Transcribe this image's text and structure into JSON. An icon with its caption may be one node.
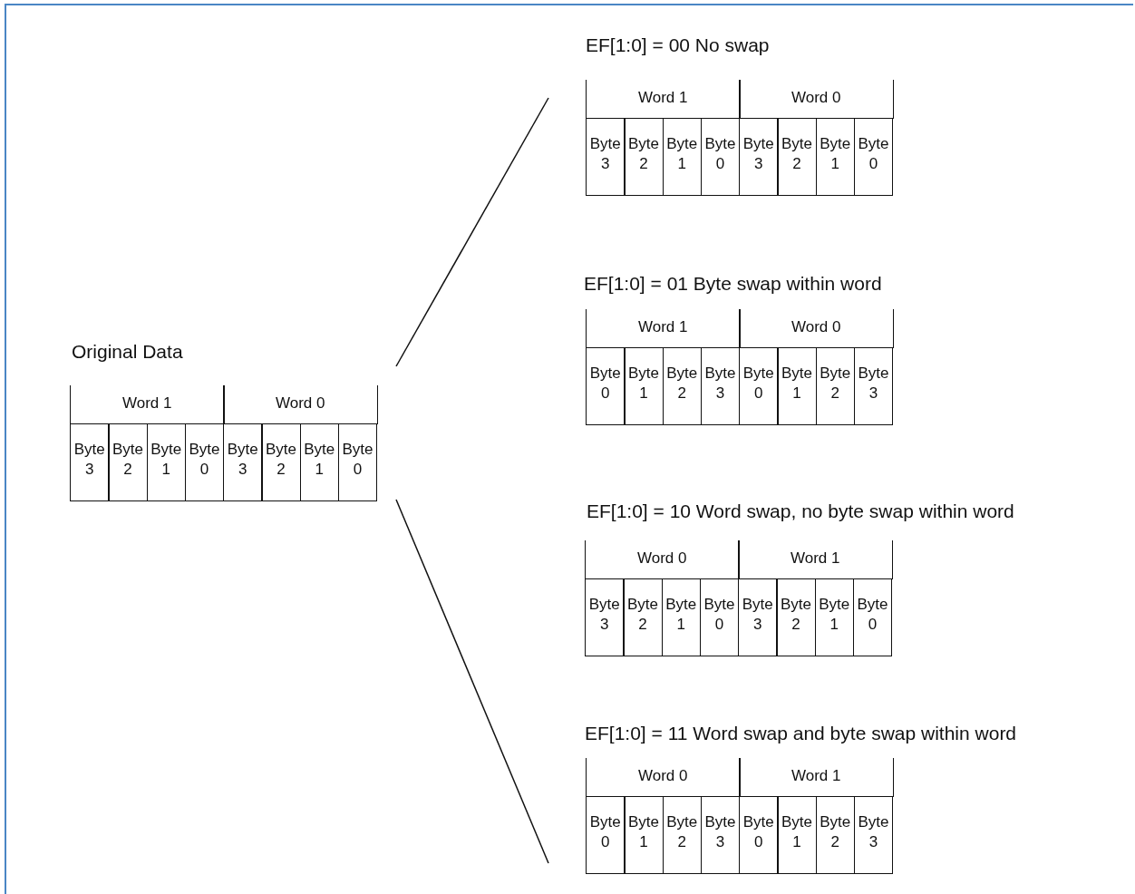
{
  "diagram": {
    "labels": [
      "Original Data",
      "Word 1",
      "Word 0",
      "Byte 3",
      "Byte 2",
      "Byte 1",
      "Byte 0",
      "Byte 3",
      "Byte 2",
      "Byte 1",
      "Byte 0",
      "EF[1:0] = 00 No swap",
      "Word 1",
      "Word 0",
      "Byte 3",
      "Byte 2",
      "Byte 1",
      "Byte 0",
      "Byte 3",
      "Byte 2",
      "Byte 1",
      "Byte 0",
      "EF[1:0] = 01 Byte swap within word",
      "Word 1",
      "Word 0",
      "Byte 0",
      "Byte 1",
      "Byte 2",
      "Byte 3",
      "Byte 0",
      "Byte 1",
      "Byte 2",
      "Byte 3",
      "EF[1:0] = 10 Word swap, no byte swap within word",
      "Word 0",
      "Word 1",
      "Byte 3",
      "Byte 2",
      "Byte 1",
      "Byte 0",
      "Byte 3",
      "Byte 2",
      "Byte 1",
      "Byte 0",
      "EF[1:0] = 11 Word swap and byte swap within word",
      "Word 0",
      "Word 1",
      "Byte 0",
      "Byte 1",
      "Byte 2",
      "Byte 3",
      "Byte 0",
      "Byte 1",
      "Byte 2",
      "Byte 3"
    ]
  }
}
